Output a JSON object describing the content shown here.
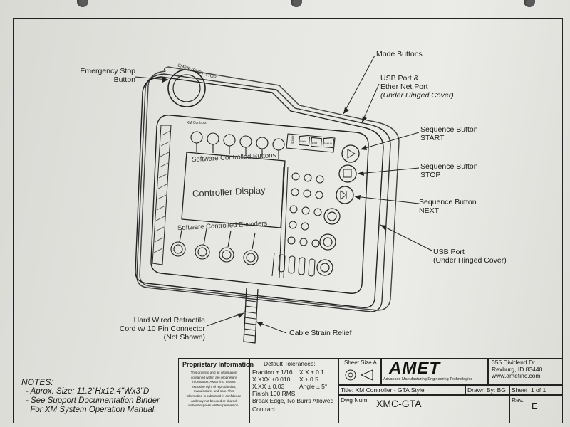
{
  "callouts": {
    "emergency_stop": [
      "Emergency Stop",
      "Button"
    ],
    "mode_buttons": "Mode Buttons",
    "usb_ether": [
      "USB Port &",
      "Ether Net Port",
      "(Under Hinged Cover)"
    ],
    "seq_start": [
      "Sequence Button",
      "START"
    ],
    "seq_stop": [
      "Sequence Button",
      "STOP"
    ],
    "seq_next": [
      "Sequence Button",
      "NEXT"
    ],
    "usb_port": [
      "USB Port",
      "(Under Hinged Cover)"
    ],
    "cord": [
      "Hard Wired Retractile",
      "Cord w/ 10 Pin Connector",
      "(Not Shown)"
    ],
    "strain_relief": "Cable Strain Relief"
  },
  "device": {
    "emergency_ring": "EMERGENCY STOP",
    "brand": "XM Controls",
    "display_label": "Controller Display",
    "buttons_label": "Software Controlled Buttons",
    "encoders_label": "Software Controlled Encoders",
    "mode_caption": "MODE",
    "mode_keys": [
      "Weld",
      "Edit",
      "Set Up"
    ]
  },
  "notes": {
    "title": "NOTES:",
    "lines": [
      "- Aprox. Size: 11.2\"Hx12.4\"Wx3\"D",
      "- See Support Documentation Binder",
      "  For XM System Operation Manual."
    ]
  },
  "title_block": {
    "proprietary_title": "Proprietary Information",
    "proprietary_text": [
      "This drawing and all information",
      "contained within are proprietary",
      "information. AMET inc. retains",
      "exclusive right of reproduction,",
      "manufacture, and sale. This",
      "information is submitted in confidence",
      "and may not be used or shared",
      "without express written permission."
    ],
    "tolerances_title": "Default Tolerances:",
    "tolerances_left": [
      "Fraction ± 1/16",
      "X.XXX ±0.010",
      "X.XX ± 0.03"
    ],
    "tolerances_right": [
      "X.X ± 0.1",
      "X ± 0.5",
      "Angle ± 5°"
    ],
    "finish": "Finish 100 RMS",
    "break_edge": "Break Edge, No Burrs Allowed",
    "contract_label": "Contract:",
    "sheet_size": "Sheet Size A",
    "logo": "AMET",
    "logo_sub": "Advanced Manufacturing Engineering Technologies",
    "address": [
      "355 Dividend Dr.",
      "Rexburg, ID 83440",
      "www.ametinc.com"
    ],
    "title_label": "Title: XM Controller - GTA Style",
    "drawn_by": "Drawn By: BG",
    "sheet": "Sheet  1 of 1",
    "dwg_label": "Dwg Num:",
    "dwg_num": "XMC-GTA",
    "rev_label": "Rev.",
    "rev": "E"
  },
  "colors": {
    "paper": "#e6e6e2",
    "ink": "#1a1a1a",
    "background": "#3a3a3a"
  }
}
